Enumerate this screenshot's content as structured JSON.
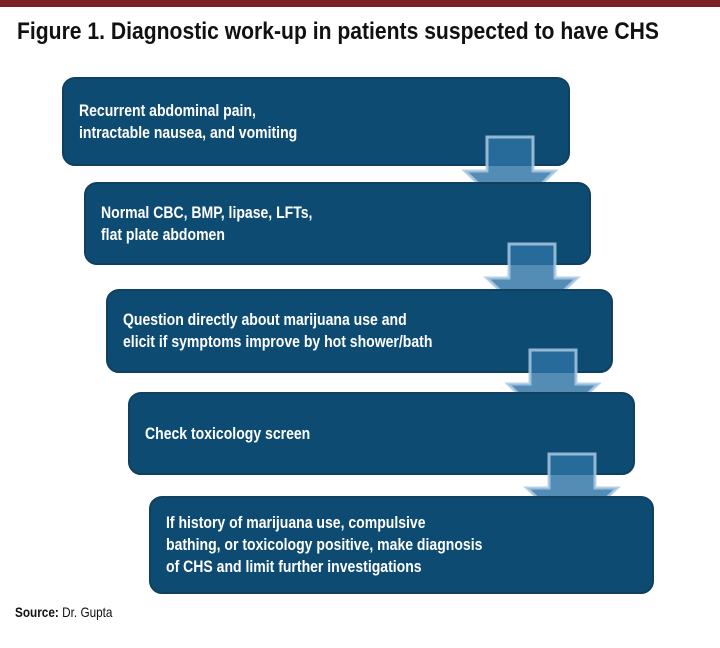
{
  "figure": {
    "title": "Figure 1. Diagnostic work-up in patients suspected to have CHS",
    "accent_bar_color": "#7B2125"
  },
  "flowchart": {
    "box_fill_color": "#0E4B72",
    "box_border_color": "#10405F",
    "text_color": "#FFFFFF",
    "arrow_fill_color": "rgba(45,115,165,0.82)",
    "arrow_outline_color": "rgba(168,200,226,0.85)",
    "arrow_icon": "down-block-arrow",
    "steps": [
      {
        "text": "Recurrent abdominal pain,\nintractable nausea, and vomiting"
      },
      {
        "text": "Normal CBC, BMP, lipase, LFTs,\nflat plate abdomen"
      },
      {
        "text": "Question directly about marijuana use and\nelicit if symptoms improve by hot shower/bath"
      },
      {
        "text": "Check toxicology screen"
      },
      {
        "text": "If history of marijuana use, compulsive\nbathing, or toxicology positive, make diagnosis\nof CHS and limit further investigations"
      }
    ]
  },
  "source": {
    "label": "Source:",
    "value": "Dr. Gupta"
  }
}
